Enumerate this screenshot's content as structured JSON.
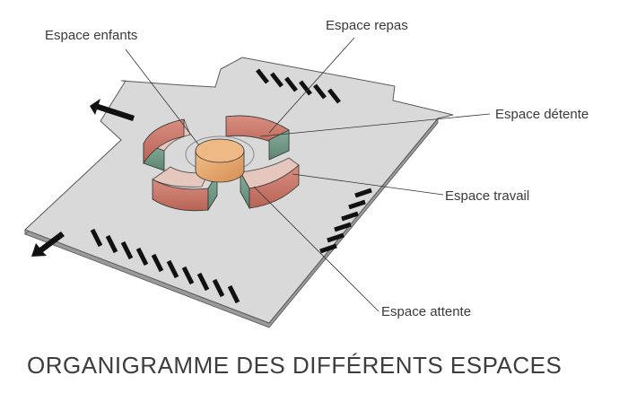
{
  "labels": {
    "espace_enfants": "Espace enfants",
    "espace_repas": "Espace repas",
    "espace_detente": "Espace détente",
    "espace_travail": "Espace travail",
    "espace_attente": "Espace attente"
  },
  "caption": "ORGANIGRAMME DES DIFFÉRENTS ESPACES",
  "icons": {
    "arrow_left": "entry-arrow-icon",
    "arrow_bottom": "entry-arrow-icon"
  },
  "colors": {
    "floor": "#d6d6d6",
    "terracotta": "#c9776a",
    "green": "#6f9a85",
    "center": "#e2a36c",
    "line": "#2b2b2b"
  }
}
